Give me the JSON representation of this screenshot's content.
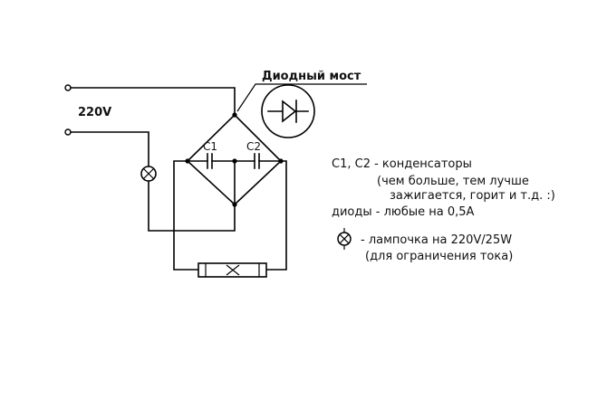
{
  "labels": {
    "supply_voltage": "220V",
    "bridge_title": "Диодный мост",
    "capacitor_1": "C1",
    "capacitor_2": "C2"
  },
  "legend": {
    "capacitors_line": "C1, C2 - конденсаторы",
    "capacitors_note_1": "(чем больше, тем лучше",
    "capacitors_note_2": "зажигается, горит и т.д. :)",
    "diodes_line": "диоды - любые на 0,5А",
    "lamp_line": "- лампочка на 220V/25W",
    "lamp_note": "(для ограничения тока)"
  },
  "icons": {
    "diode_symbol": "diode-icon",
    "lamp_symbol": "lamp-icon",
    "fluorescent_tube": "fluorescent-tube-icon"
  },
  "colors": {
    "ink": "#000000",
    "background": "#ffffff"
  }
}
